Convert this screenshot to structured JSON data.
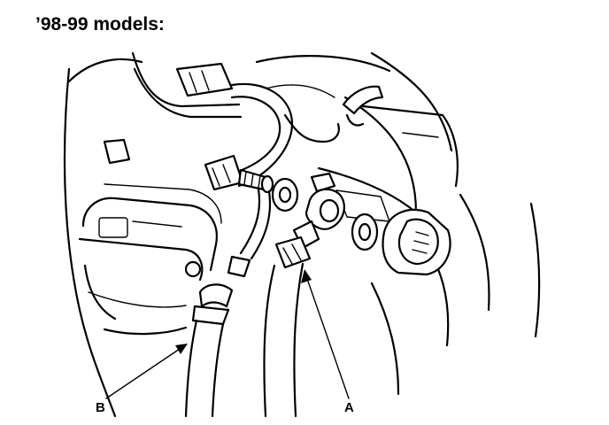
{
  "figure": {
    "heading": "’98-99 models:",
    "callouts": {
      "a": "A",
      "b": "B"
    }
  }
}
